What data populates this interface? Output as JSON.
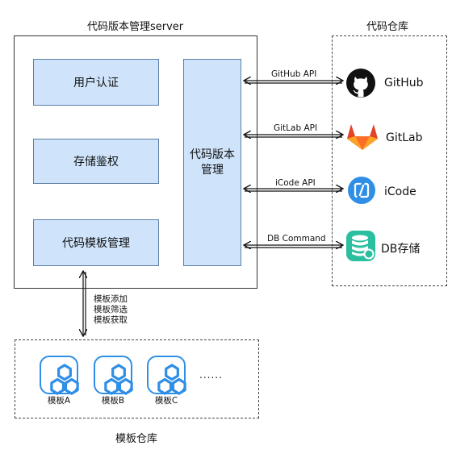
{
  "server": {
    "title": "代码版本管理server",
    "modules": {
      "auth": "用户认证",
      "storage": "存储鉴权",
      "template_mgmt": "代码模板管理",
      "version_mgmt_line1": "代码版本",
      "version_mgmt_line2": "管理"
    }
  },
  "repositories": {
    "title": "代码仓库",
    "items": [
      {
        "api": "GitHub API",
        "name": "GitHub",
        "icon": "github-icon"
      },
      {
        "api": "GitLab API",
        "name": "GitLab",
        "icon": "gitlab-icon"
      },
      {
        "api": "iCode API",
        "name": "iCode",
        "icon": "icode-icon"
      },
      {
        "api": "DB Command",
        "name": "DB存储",
        "icon": "database-icon"
      }
    ]
  },
  "template_ops": [
    "模板添加",
    "模板筛选",
    "模板获取"
  ],
  "templates": {
    "title": "模板仓库",
    "items": [
      "模板A",
      "模板B",
      "模板C"
    ],
    "more": "......"
  },
  "colors": {
    "module_fill": "#cfe4fb",
    "module_border": "#5d7fa6",
    "template_icon": "#2f8fe6",
    "gitlab_orange": "#e24329",
    "icode_blue": "#2f8fe6",
    "db_green": "#2bbf9f"
  }
}
